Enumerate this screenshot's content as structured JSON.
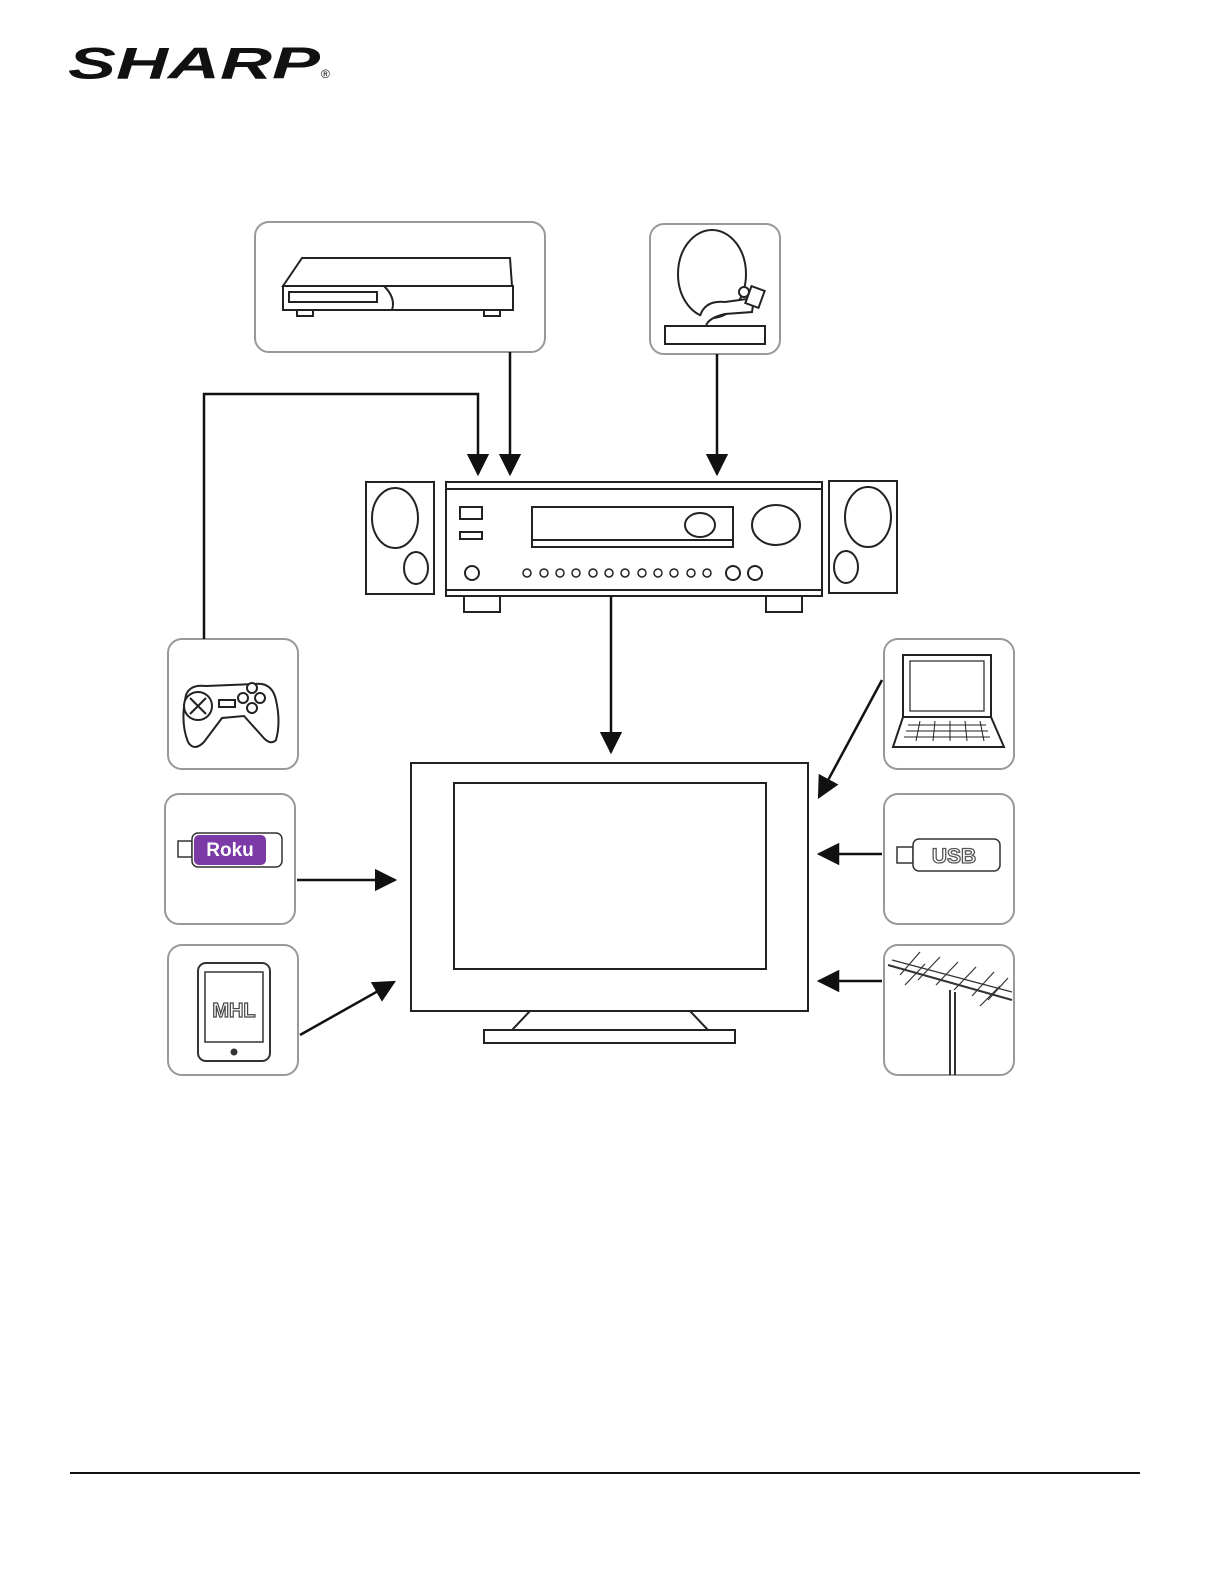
{
  "brand": {
    "logo_text": "SHARP",
    "registered_mark": "®"
  },
  "devices": {
    "roku": {
      "label": "Roku",
      "color": "#7b3aa6"
    },
    "usb": {
      "label": "USB"
    },
    "mhl": {
      "label": "MHL"
    }
  },
  "colors": {
    "line": "#222222",
    "tile_border": "#9a9a9a",
    "roku_purple": "#7b3aa6"
  }
}
